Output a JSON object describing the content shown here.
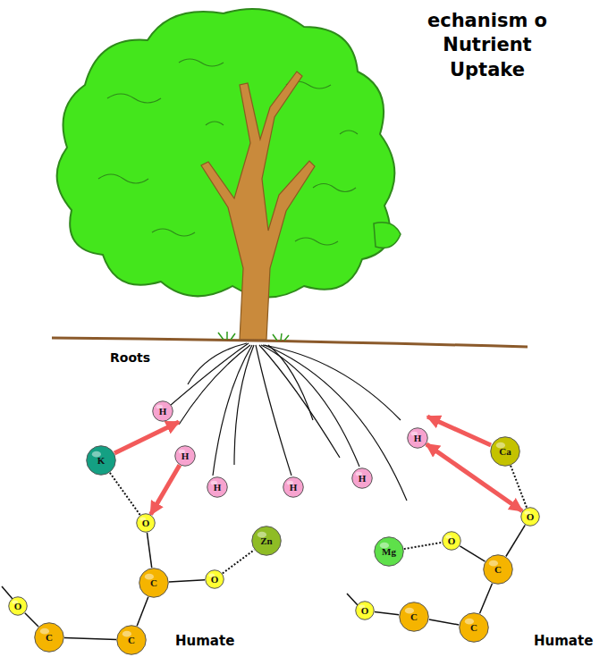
{
  "diagram": {
    "title": "echanism o Nutrient Uptake",
    "nodes": [
      {
        "text": [
          "H"
        ]
      },
      {
        "text": [
          "K"
        ]
      },
      {
        "text": [
          "H"
        ]
      },
      {
        "text": [
          "H"
        ]
      },
      {
        "text": [
          "Ca"
        ]
      },
      {
        "text": [
          "H"
        ]
      },
      {
        "text": [
          "H"
        ]
      },
      {
        "text": [
          "H"
        ]
      },
      {
        "text": [
          "O"
        ]
      },
      {
        "text": [
          "O"
        ]
      },
      {
        "text": [
          "Zn"
        ]
      },
      {
        "text": [
          "O"
        ]
      },
      {
        "text": [
          "Mg"
        ]
      },
      {
        "text": [
          "C"
        ]
      },
      {
        "text": [
          "O"
        ]
      },
      {
        "text": [
          "C"
        ]
      },
      {
        "text": [
          "O"
        ]
      },
      {
        "text": [
          "O"
        ]
      },
      {
        "text": [
          "C"
        ]
      },
      {
        "text": [
          "C"
        ]
      },
      {
        "text": [
          "C"
        ]
      },
      {
        "text": [
          "C"
        ]
      }
    ],
    "edges": [
      {
        "from": 1,
        "to": 8,
        "arrow": "none"
      },
      {
        "from": 14,
        "to": 10,
        "arrow": "none"
      },
      {
        "from": 4,
        "to": 9,
        "arrow": "none"
      },
      {
        "from": 12,
        "to": 11,
        "arrow": "none"
      },
      {
        "from": 8,
        "to": 13,
        "arrow": "none"
      },
      {
        "from": 13,
        "to": 14,
        "arrow": "none"
      },
      {
        "from": 13,
        "to": 21,
        "arrow": "none"
      },
      {
        "from": 20,
        "to": 21,
        "arrow": "none"
      },
      {
        "from": 16,
        "to": 20,
        "arrow": "none"
      },
      {
        "from": 9,
        "to": 15,
        "arrow": "none"
      },
      {
        "from": 15,
        "to": 11,
        "arrow": "none"
      },
      {
        "from": 15,
        "to": 19,
        "arrow": "none"
      },
      {
        "from": 19,
        "to": 18,
        "arrow": "none"
      },
      {
        "from": 18,
        "to": 17,
        "arrow": "none"
      },
      {
        "from": 2,
        "to": 8,
        "arrow": "to"
      },
      {
        "from": 3,
        "to": 9,
        "arrow": "both"
      }
    ],
    "labels": [
      "Roots",
      "Humate",
      "Humate"
    ]
  }
}
